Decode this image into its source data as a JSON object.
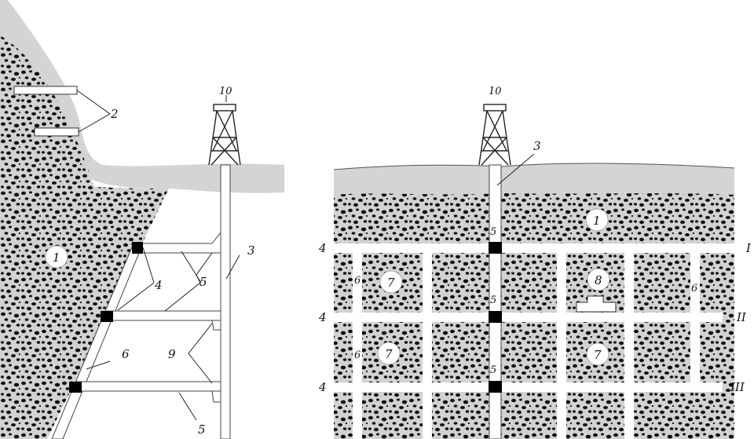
{
  "left_panel": {
    "labels": {
      "ore_body": "1",
      "adits": "2",
      "shaft": "3",
      "crosscut_nodes": "4",
      "levels_top": "5",
      "levels_bottom": "5",
      "raise": "6",
      "pockets": "9",
      "headframe": "10"
    }
  },
  "right_panel": {
    "labels": {
      "ore_body": "1",
      "shaft": "3",
      "drift_row1": "4",
      "drift_row2": "4",
      "drift_row3": "4",
      "node_top": "5",
      "node_mid": "5",
      "node_bot": "5",
      "raise_left_top": "6",
      "raise_left_mid": "6",
      "raise_right": "6",
      "block_a": "7",
      "block_b": "7",
      "block_c": "7",
      "block_chamber": "8",
      "headframe": "10",
      "level_I": "I",
      "level_II": "II",
      "level_III": "III"
    }
  }
}
